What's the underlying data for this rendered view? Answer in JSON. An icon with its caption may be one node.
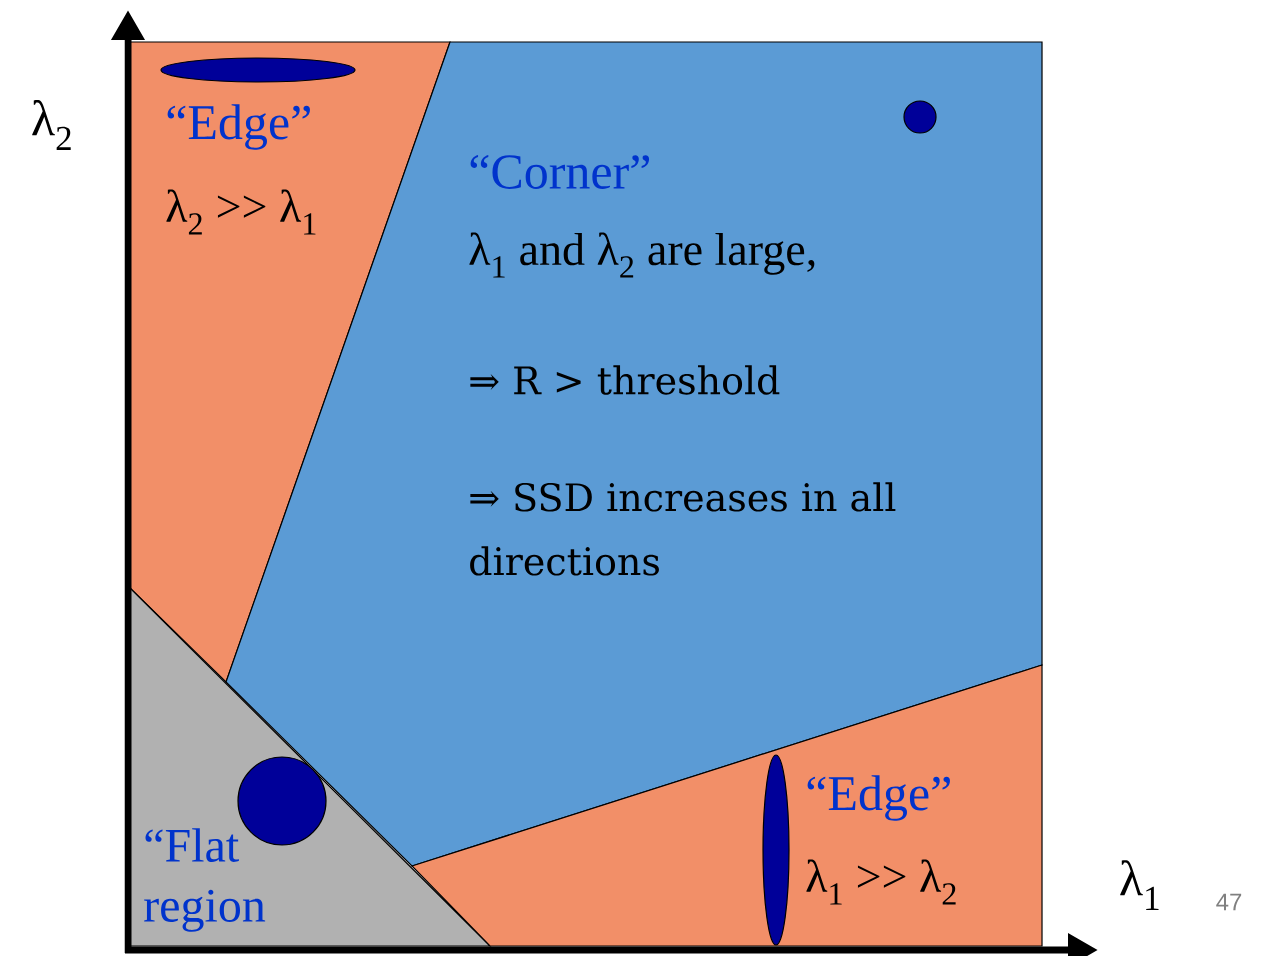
{
  "diagram": {
    "nodes": [
      {
        "text": [
          "“Edge”",
          "λ$_{2}$ >> λ$_{1}$"
        ]
      },
      {
        "text": [
          "“Corner”",
          "λ$_{1}$ and λ$_{2}$ are large,",
          "⇒ R > threshold",
          "⇒ SSD increases in all directions"
        ]
      },
      {
        "text": [
          "“Flat region"
        ]
      },
      {
        "text": [
          "“Edge”",
          "λ$_{1}$ >> λ$_{2}$"
        ]
      }
    ],
    "labels": [
      "λ$_{2}$",
      "λ$_{1}$",
      "47"
    ]
  }
}
